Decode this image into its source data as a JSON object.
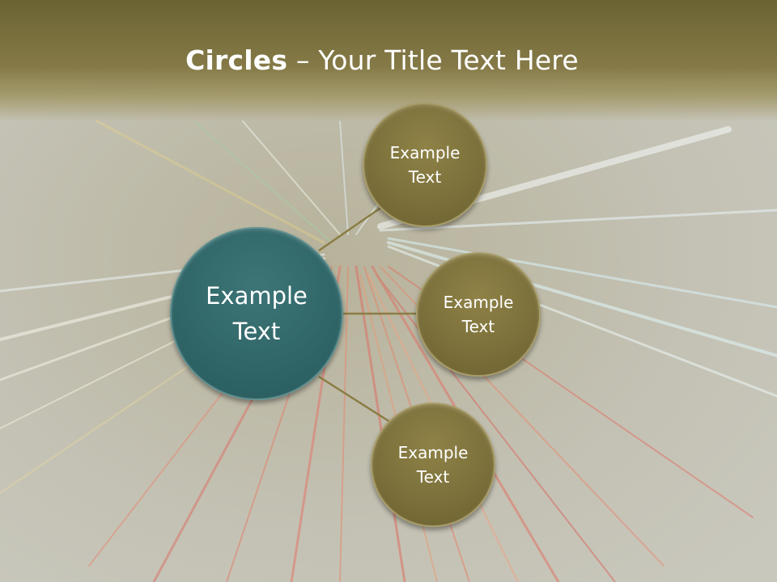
{
  "slide": {
    "title_bold": "Circles",
    "title_rest": " – Your Title Text Here"
  },
  "diagram": {
    "center": {
      "label": "Example\nText"
    },
    "satellites": [
      {
        "label": "Example\nText"
      },
      {
        "label": "Example\nText"
      },
      {
        "label": "Example\nText"
      }
    ]
  },
  "colors": {
    "center_fill": "#2f6567",
    "satellite_fill": "#7a6f3a",
    "title_band": "#7a7040",
    "connector": "#8a7d45"
  }
}
